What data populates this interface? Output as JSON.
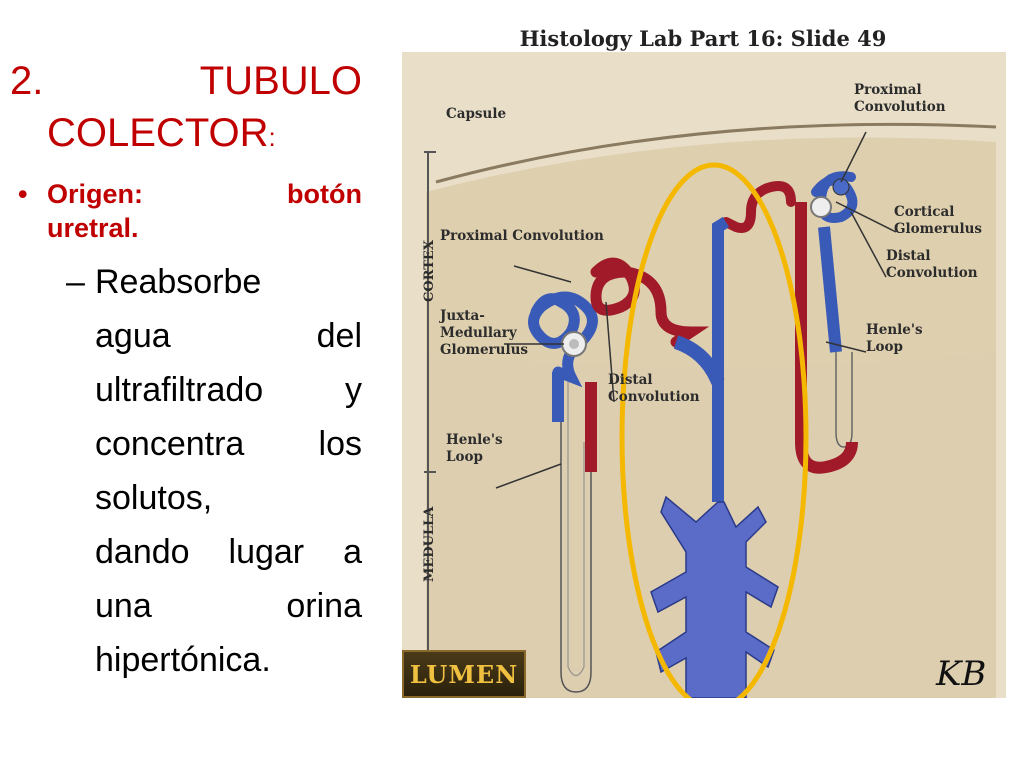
{
  "slide": {
    "heading_num": "2.",
    "heading_word": "TUBULO",
    "heading_line2": "COLECTOR",
    "heading_colon": ":",
    "bullet": {
      "marker": "•",
      "line1_a": "Origen:",
      "line1_b": "botón",
      "line2": "uretral."
    },
    "sub": {
      "marker": "–",
      "lines": [
        "Reabsorbe",
        "agua del",
        "ultrafiltrado y",
        "concentra los",
        "solutos,",
        "dando lugar a",
        "una orina",
        "hipertónica."
      ]
    }
  },
  "figure": {
    "title": "Histology Lab Part 16: Slide 49",
    "labels": {
      "capsule": "Capsule",
      "proximal_top": "Proximal\nConvolution",
      "cortical_glomerulus": "Cortical\nGlomerulus",
      "distal_right": "Distal\nConvolution",
      "henle_right": "Henle's\nLoop",
      "proximal_left": "Proximal Convolution",
      "juxta": "Juxta-\nMedullary\nGlomerulus",
      "distal_mid": "Distal\nConvolution",
      "henle_left": "Henle's\nLoop",
      "cortex": "CORTEX",
      "medulla": "MEDULLA"
    },
    "logo_text": "LUMEN",
    "signature": "KB",
    "colors": {
      "highlight_ellipse": "#f5b800",
      "vessel_blue": "#3a5ab8",
      "vessel_red": "#a01a2a",
      "tissue": "#d9c9a8"
    }
  }
}
